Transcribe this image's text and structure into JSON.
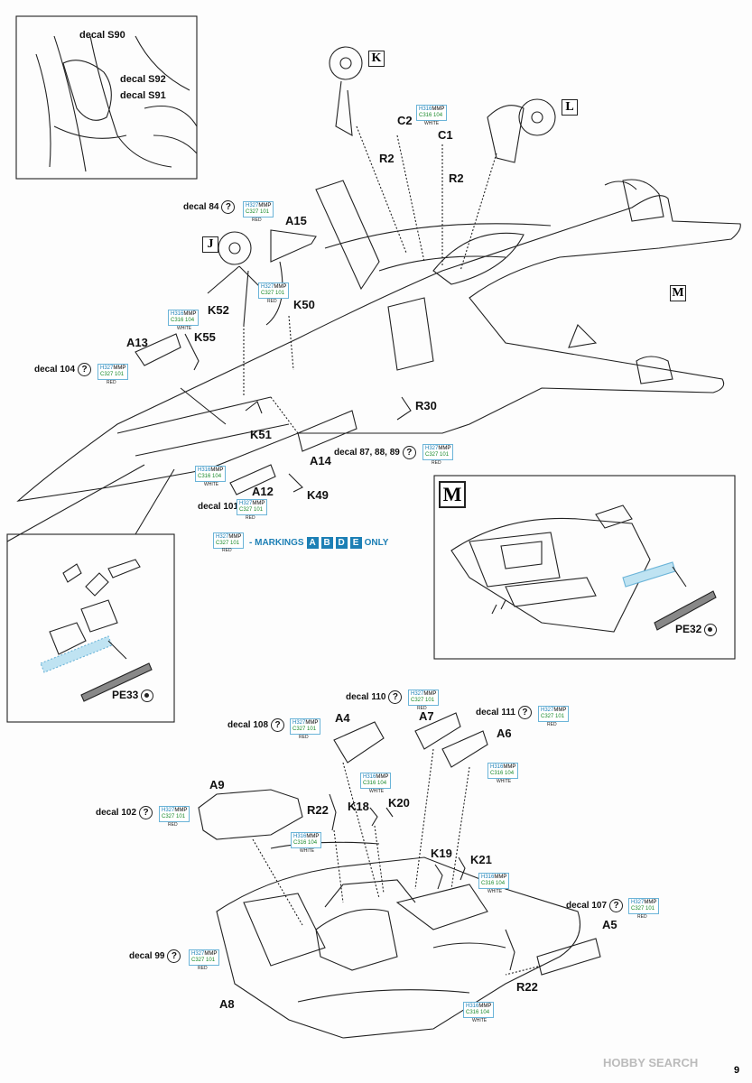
{
  "labels": {
    "decal_s90": "decal S90",
    "decal_s92": "decal S92",
    "decal_s91": "decal S91",
    "K": "K",
    "L": "L",
    "J": "J",
    "M_small": "M",
    "M_big": "M",
    "C2": "C2",
    "C1": "C1",
    "R2_a": "R2",
    "R2_b": "R2",
    "A15": "A15",
    "K50": "K50",
    "K52": "K52",
    "K55": "K55",
    "A13": "A13",
    "R30": "R30",
    "K51": "K51",
    "A14": "A14",
    "A12": "A12",
    "K49": "K49",
    "A4": "A4",
    "A7": "A7",
    "A6": "A6",
    "A9": "A9",
    "R22_a": "R22",
    "K18": "K18",
    "K20": "K20",
    "K19": "K19",
    "K21": "K21",
    "A5": "A5",
    "R22_b": "R22",
    "A8": "A8"
  },
  "decals": {
    "d84": "decal 84",
    "d104": "decal 104",
    "d87": "decal 87, 88, 89",
    "d101": "decal 101",
    "d110": "decal 110",
    "d111": "decal 111",
    "d108": "decal 108",
    "d102": "decal 102",
    "d107": "decal 107",
    "d99": "decal 99",
    "q": "?"
  },
  "paints": {
    "red_h": "H327",
    "red_mmp": "MMP",
    "red_c": "C327",
    "red_n": "101",
    "red_name": "RED",
    "white_h": "H316",
    "white_mmp": "MMP",
    "white_c": "C316",
    "white_n": "104",
    "white_name": "WHITE"
  },
  "markings": {
    "prefix": "- MARKINGS",
    "a": "A",
    "b": "B",
    "d": "D",
    "e": "E",
    "suffix": "ONLY"
  },
  "pe": {
    "pe33": "PE33",
    "pe32": "PE32"
  },
  "page_number": "9",
  "watermark": "HOBBY SEARCH",
  "colors": {
    "line": "#222222",
    "paint_border": "#6bb4d8",
    "paint_h": "#1c7fb5",
    "paint_c": "#1a8a2a",
    "pe_fill": "#bfe3f2"
  }
}
